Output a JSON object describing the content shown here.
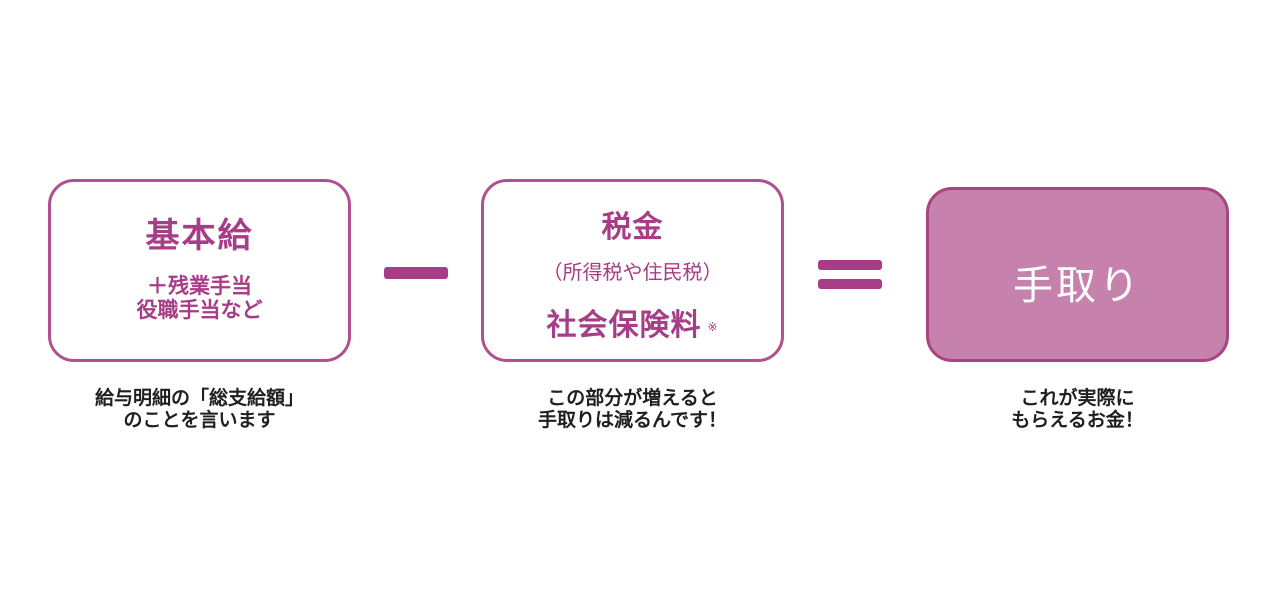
{
  "colors": {
    "accent": "#a63d86",
    "border": "#b0508f",
    "result_fill": "#c681ad",
    "result_text": "#ffffff",
    "caption_text": "#1f1f1f"
  },
  "boxes": {
    "base": {
      "title": "基本給",
      "sub_line1": "＋残業手当",
      "sub_line2": "役職手当など",
      "caption_line1": "給与明細の「総支給額」",
      "caption_line2": "のことを言います"
    },
    "deduction": {
      "title": "税金",
      "paren": "（所得税や住民税）",
      "social": "社会保険料",
      "mark": "※",
      "caption_line1": "この部分が増えると",
      "caption_line2": "手取りは減るんです！"
    },
    "result": {
      "title": "手取り",
      "caption_line1": "これが実際に",
      "caption_line2": "もらえるお金！"
    }
  }
}
